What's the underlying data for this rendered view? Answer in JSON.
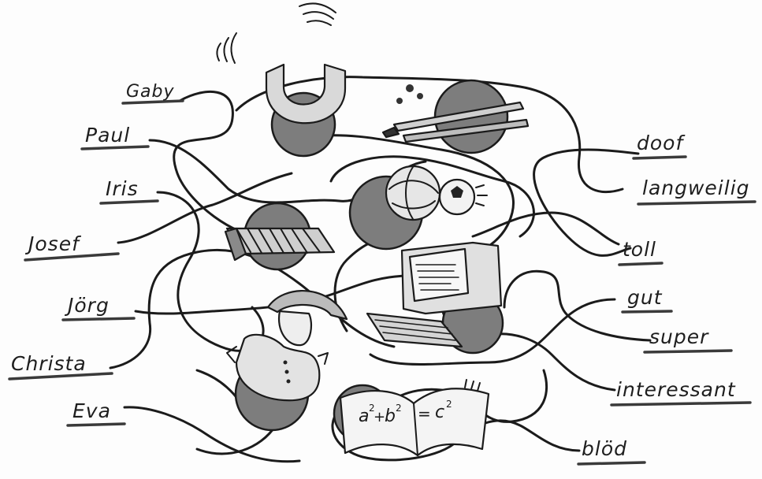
{
  "names": [
    "Gaby",
    "Paul",
    "Iris",
    "Josef",
    "Jörg",
    "Christa",
    "Eva"
  ],
  "adjectives": [
    "doof",
    "langweilig",
    "toll",
    "gut",
    "super",
    "interessant",
    "blöd"
  ],
  "book_formula": {
    "a": "a",
    "sq1": "2",
    "plus": "+",
    "b": "b",
    "sq2": "2",
    "eq": "=",
    "c": "c",
    "sq3": "2"
  },
  "icons": [
    "magnet-icon",
    "art-supplies-icon",
    "sports-balls-icon",
    "xylophone-icon",
    "computer-icon",
    "general-uniform-icon",
    "math-book-icon"
  ],
  "colors": {
    "ink": "#1b1b1b",
    "ball": "#7d7d7d",
    "paper": "#fdfdfd"
  }
}
